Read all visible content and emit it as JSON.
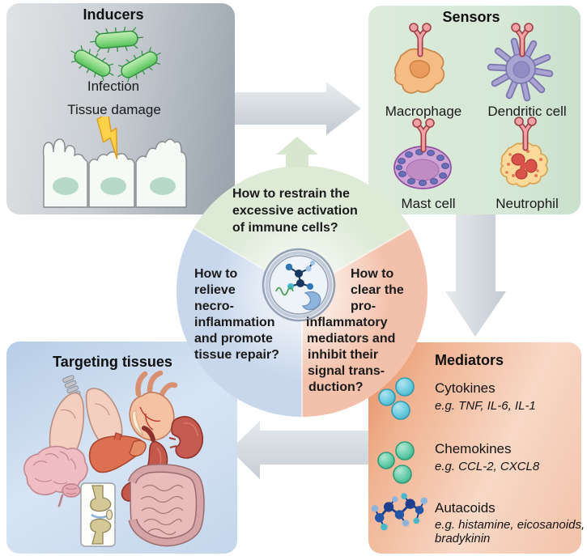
{
  "figure": {
    "type": "pathway-diagram",
    "topic": "Inflammation process and therapeutic questions"
  },
  "inducers": {
    "title": "Inducers",
    "infection_label": "Infection",
    "tissue_damage_label": "Tissue damage",
    "icons": [
      "bacteria-icon",
      "lightning-icon",
      "epithelium-cells-icon"
    ]
  },
  "sensors": {
    "title": "Sensors",
    "cells": [
      {
        "label": "Macrophage",
        "icon": "macrophage-icon"
      },
      {
        "label": "Dendritic cell",
        "icon": "dendritic-cell-icon"
      },
      {
        "label": "Mast cell",
        "icon": "mast-cell-icon"
      },
      {
        "label": "Neutrophil",
        "icon": "neutrophil-icon"
      }
    ]
  },
  "mediators": {
    "title": "Mediators",
    "items": [
      {
        "name": "Cytokines",
        "examples": "e.g. TNF, IL-6, IL-1",
        "icon": "cytokines-icon"
      },
      {
        "name": "Chemokines",
        "examples": "e.g. CCL-2, CXCL8",
        "icon": "chemokines-icon"
      },
      {
        "name": "Autacoids",
        "examples": "e.g. histamine, eicosanoids, bradykinin",
        "icon": "autacoids-molecule-icon"
      }
    ]
  },
  "targeting_tissues": {
    "title": "Targeting tissues",
    "organs": [
      "lungs",
      "heart",
      "kidney",
      "liver",
      "stomach",
      "intestines",
      "brain",
      "joint"
    ]
  },
  "questions": {
    "top_lines": [
      "How to restrain the",
      "excessive activation",
      "of immune cells?"
    ],
    "left_lines": [
      "How to",
      "relieve",
      "necro-",
      "inflammation",
      "and promote",
      "tissue repair?"
    ],
    "right_lines": [
      "How to",
      "clear the",
      "pro-",
      "inflammatory",
      "mediators and",
      "inhibit their",
      "signal trans-",
      "duction?"
    ]
  },
  "center_icon": [
    "molecule-icon",
    "rna-wave-icon",
    "protein-icon"
  ],
  "palette": {
    "inducers_box_dark": "#97a2ac",
    "inducers_box_light": "#e0e3e5",
    "sensors_box": "#d9e9da",
    "mediators_box_dark": "#e68d63",
    "mediators_box_light": "#f8d8c6",
    "targeting_box": "#c3d6ec",
    "sector_green": "#dcead6",
    "sector_blue": "#c8d7eb",
    "sector_orange": "#f3c1ab",
    "arrow_gray": "#ccd2d8",
    "text": "#1a1a1a"
  }
}
